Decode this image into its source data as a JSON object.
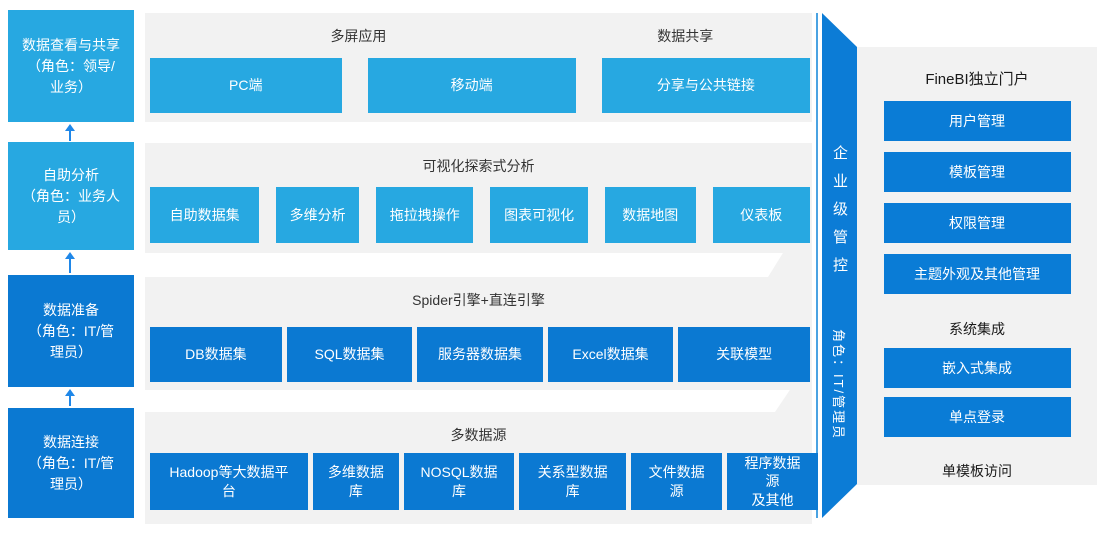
{
  "colors": {
    "light_blue": "#27a8e1",
    "dark_blue": "#0b79d2",
    "banner_blue": "#0c7cd6",
    "panel_button_blue": "#0a7cd6",
    "band_background": "#f2f2f2",
    "arrow_blue": "#1f87e8"
  },
  "left_column": {
    "boxes": [
      {
        "label": "数据查看与共享\n（角色：领导/\n业务）",
        "tone": "light"
      },
      {
        "label": "自助分析\n（角色：业务人\n员）",
        "tone": "light"
      },
      {
        "label": "数据准备\n（角色：IT/管\n理员）",
        "tone": "dark"
      },
      {
        "label": "数据连接\n（角色：IT/管\n理员）",
        "tone": "dark"
      }
    ],
    "arrow_icon": "up-arrow"
  },
  "bands": [
    {
      "title_left": "多屏应用",
      "title_right": "数据共享",
      "boxes": [
        "PC端",
        "移动端",
        "分享与公共链接"
      ]
    },
    {
      "title": "可视化探索式分析",
      "boxes": [
        "自助数据集",
        "多维分析",
        "拖拉拽操作",
        "图表可视化",
        "数据地图",
        "仪表板"
      ]
    },
    {
      "title": "Spider引擎+直连引擎",
      "boxes": [
        "DB数据集",
        "SQL数据集",
        "服务器数据集",
        "Excel数据集",
        "关联模型"
      ]
    },
    {
      "title": "多数据源",
      "boxes": [
        "Hadoop等大数据平\n台",
        "多维数据\n库",
        "NOSQL数据\n库",
        "关系型数据\n库",
        "文件数据\n源",
        "程序数据\n源\n及其他"
      ]
    }
  ],
  "banner": {
    "title": "企业级管控",
    "subtitle": "角色：IT/管理员"
  },
  "right_panel": {
    "title": "FineBI独立门户",
    "portal_buttons": [
      "用户管理",
      "模板管理",
      "权限管理",
      "主题外观及其他管理"
    ],
    "integration_label": "系统集成",
    "integration_buttons": [
      "嵌入式集成",
      "单点登录"
    ],
    "template_access_label": "单模板访问"
  }
}
